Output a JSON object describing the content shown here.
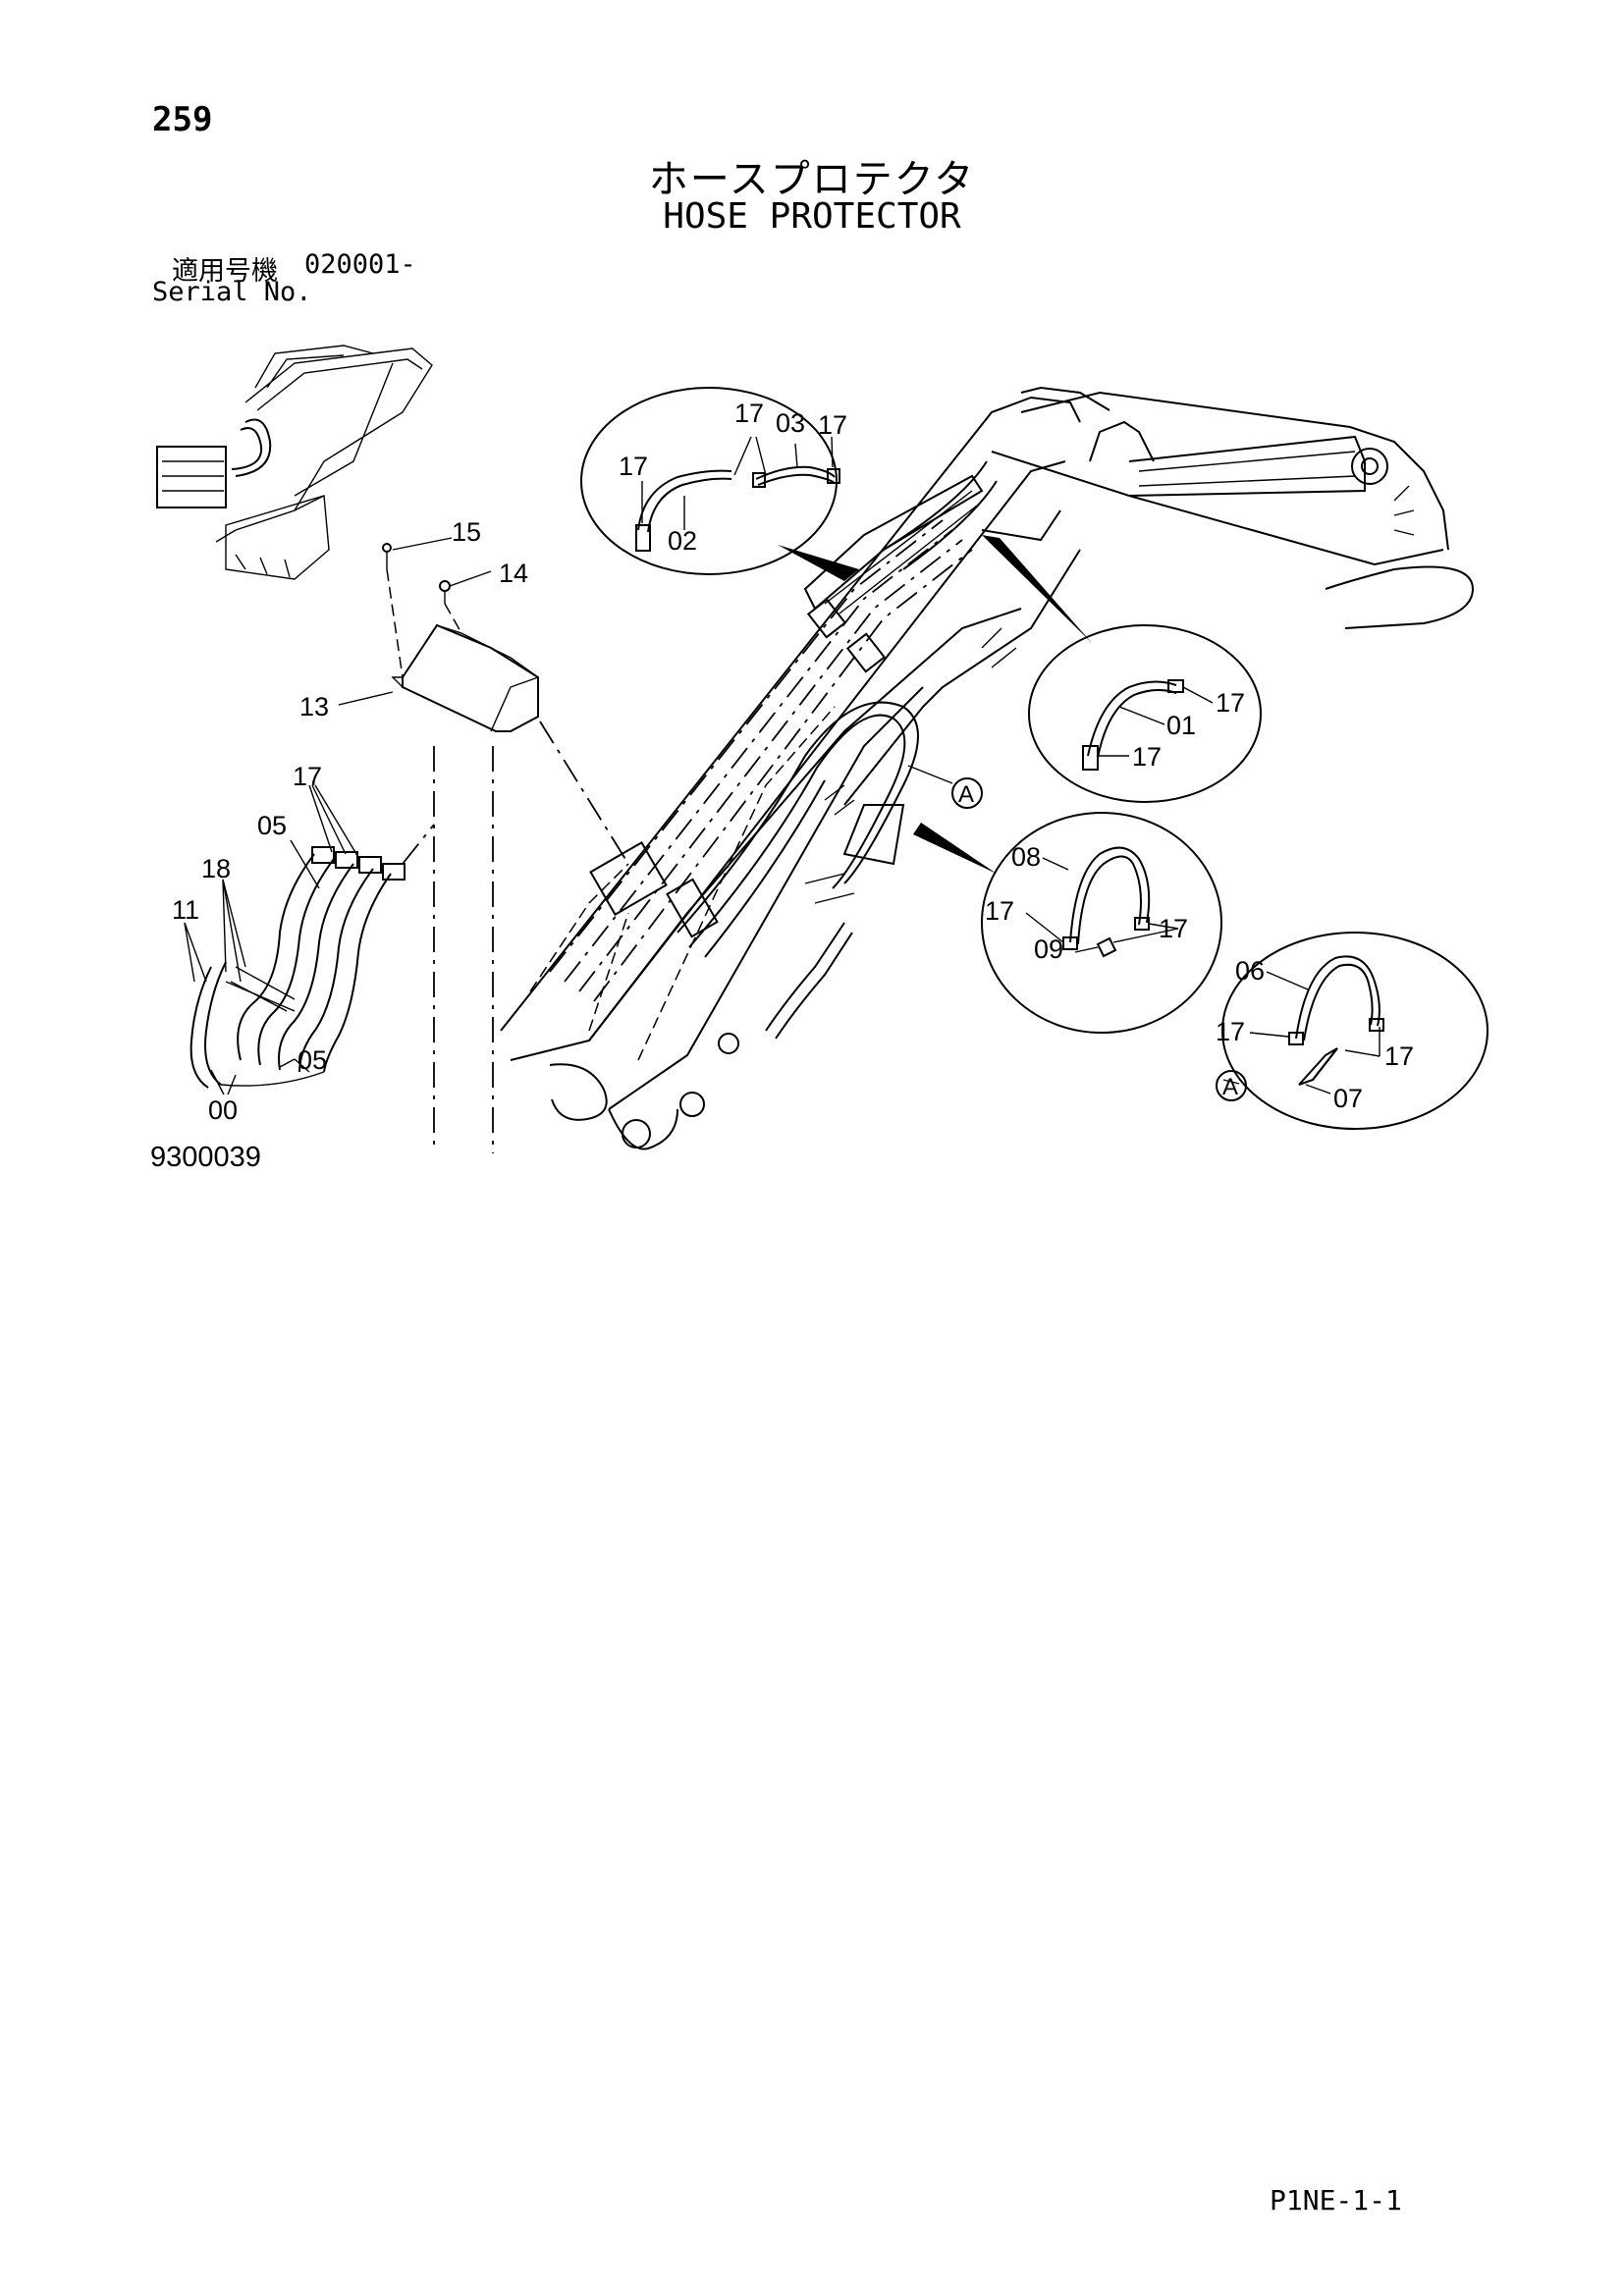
{
  "header": {
    "page_number": "259",
    "title_jp": "ホースプロテクタ",
    "title_en": "HOSE PROTECTOR",
    "serial_label_jp": "適用号機",
    "serial_value": "020001-",
    "serial_label_en": "Serial No."
  },
  "callouts": {
    "c15": "15",
    "c14": "14",
    "c13": "13",
    "c17_bundle": "17",
    "c05_bundle_top": "05",
    "c18": "18",
    "c11": "11",
    "c05_bundle_bottom": "05",
    "c00": "00",
    "c17_top_left": "17",
    "c02": "02",
    "c17_top_mid": "17",
    "c03": "03",
    "c17_top_right": "17",
    "c17_right_top": "17",
    "c01": "01",
    "c17_right_bottom": "17",
    "c08": "08",
    "c17_mid_left": "17",
    "c09": "09",
    "c17_mid_right": "17",
    "c06": "06",
    "c17_a_left": "17",
    "c17_a_right": "17",
    "c07": "07",
    "ref_a_main": "A",
    "ref_a_detail": "A"
  },
  "footer": {
    "drawing_number": "9300039",
    "page_code": "P1NE-1-1"
  }
}
